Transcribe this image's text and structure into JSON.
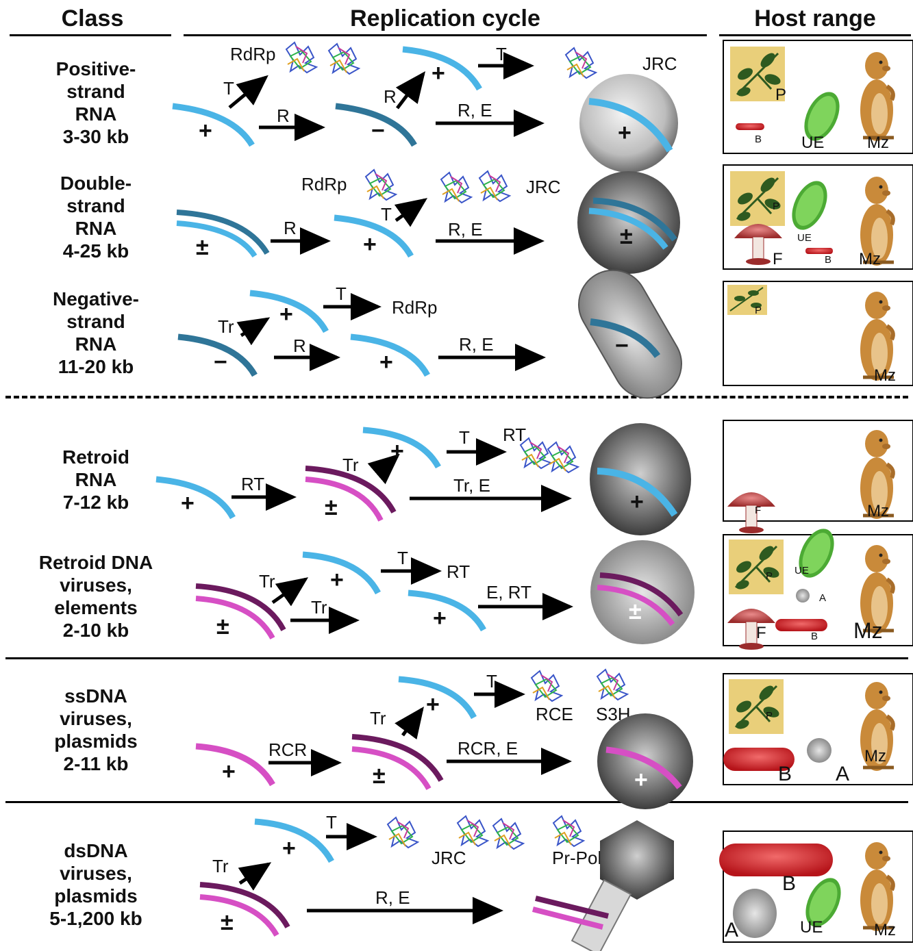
{
  "headers": {
    "class": "Class",
    "replication": "Replication cycle",
    "host_range": "Host range"
  },
  "classes": [
    {
      "lines": [
        "Positive-",
        "strand",
        "RNA",
        "3-30 kb"
      ]
    },
    {
      "lines": [
        "Double-",
        "strand",
        "RNA",
        "4-25 kb"
      ]
    },
    {
      "lines": [
        "Negative-",
        "strand",
        "RNA",
        "11-20 kb"
      ]
    },
    {
      "lines": [
        "Retroid",
        "RNA",
        "7-12 kb"
      ]
    },
    {
      "lines": [
        "Retroid DNA",
        "viruses,",
        "elements",
        "2-10 kb"
      ]
    },
    {
      "lines": [
        "ssDNA",
        "viruses,",
        "plasmids",
        "2-11 kb"
      ]
    },
    {
      "lines": [
        "dsDNA",
        "viruses,",
        "plasmids",
        "5-1,200 kb"
      ]
    }
  ],
  "labels": {
    "T": "T",
    "R": "R",
    "RE": "R, E",
    "Tr": "Tr",
    "RT": "RT",
    "TrE": "Tr, E",
    "ERT": "E, RT",
    "RCR": "RCR",
    "RCRE": "RCR, E",
    "RdRp": "RdRp",
    "JRC": "JRC",
    "RCE": "RCE",
    "S3H": "S3H",
    "PrPol": "Pr-Pol",
    "plus": "+",
    "minus": "−",
    "pm": "±"
  },
  "hosts": {
    "P": "P",
    "B": "B",
    "UE": "UE",
    "Mz": "Mz",
    "F": "F",
    "A": "A"
  },
  "colors": {
    "plus_strand": "#4ab4e6",
    "minus_strand": "#2f7598",
    "dna_dark": "#6b1a5e",
    "dna_light": "#d64fc4",
    "bacterium": "#d4242a",
    "eukaryote": "#4caa34",
    "plant_bg": "#e9cf7a",
    "leaf": "#2e5a20",
    "mammal": "#c98a3a"
  }
}
